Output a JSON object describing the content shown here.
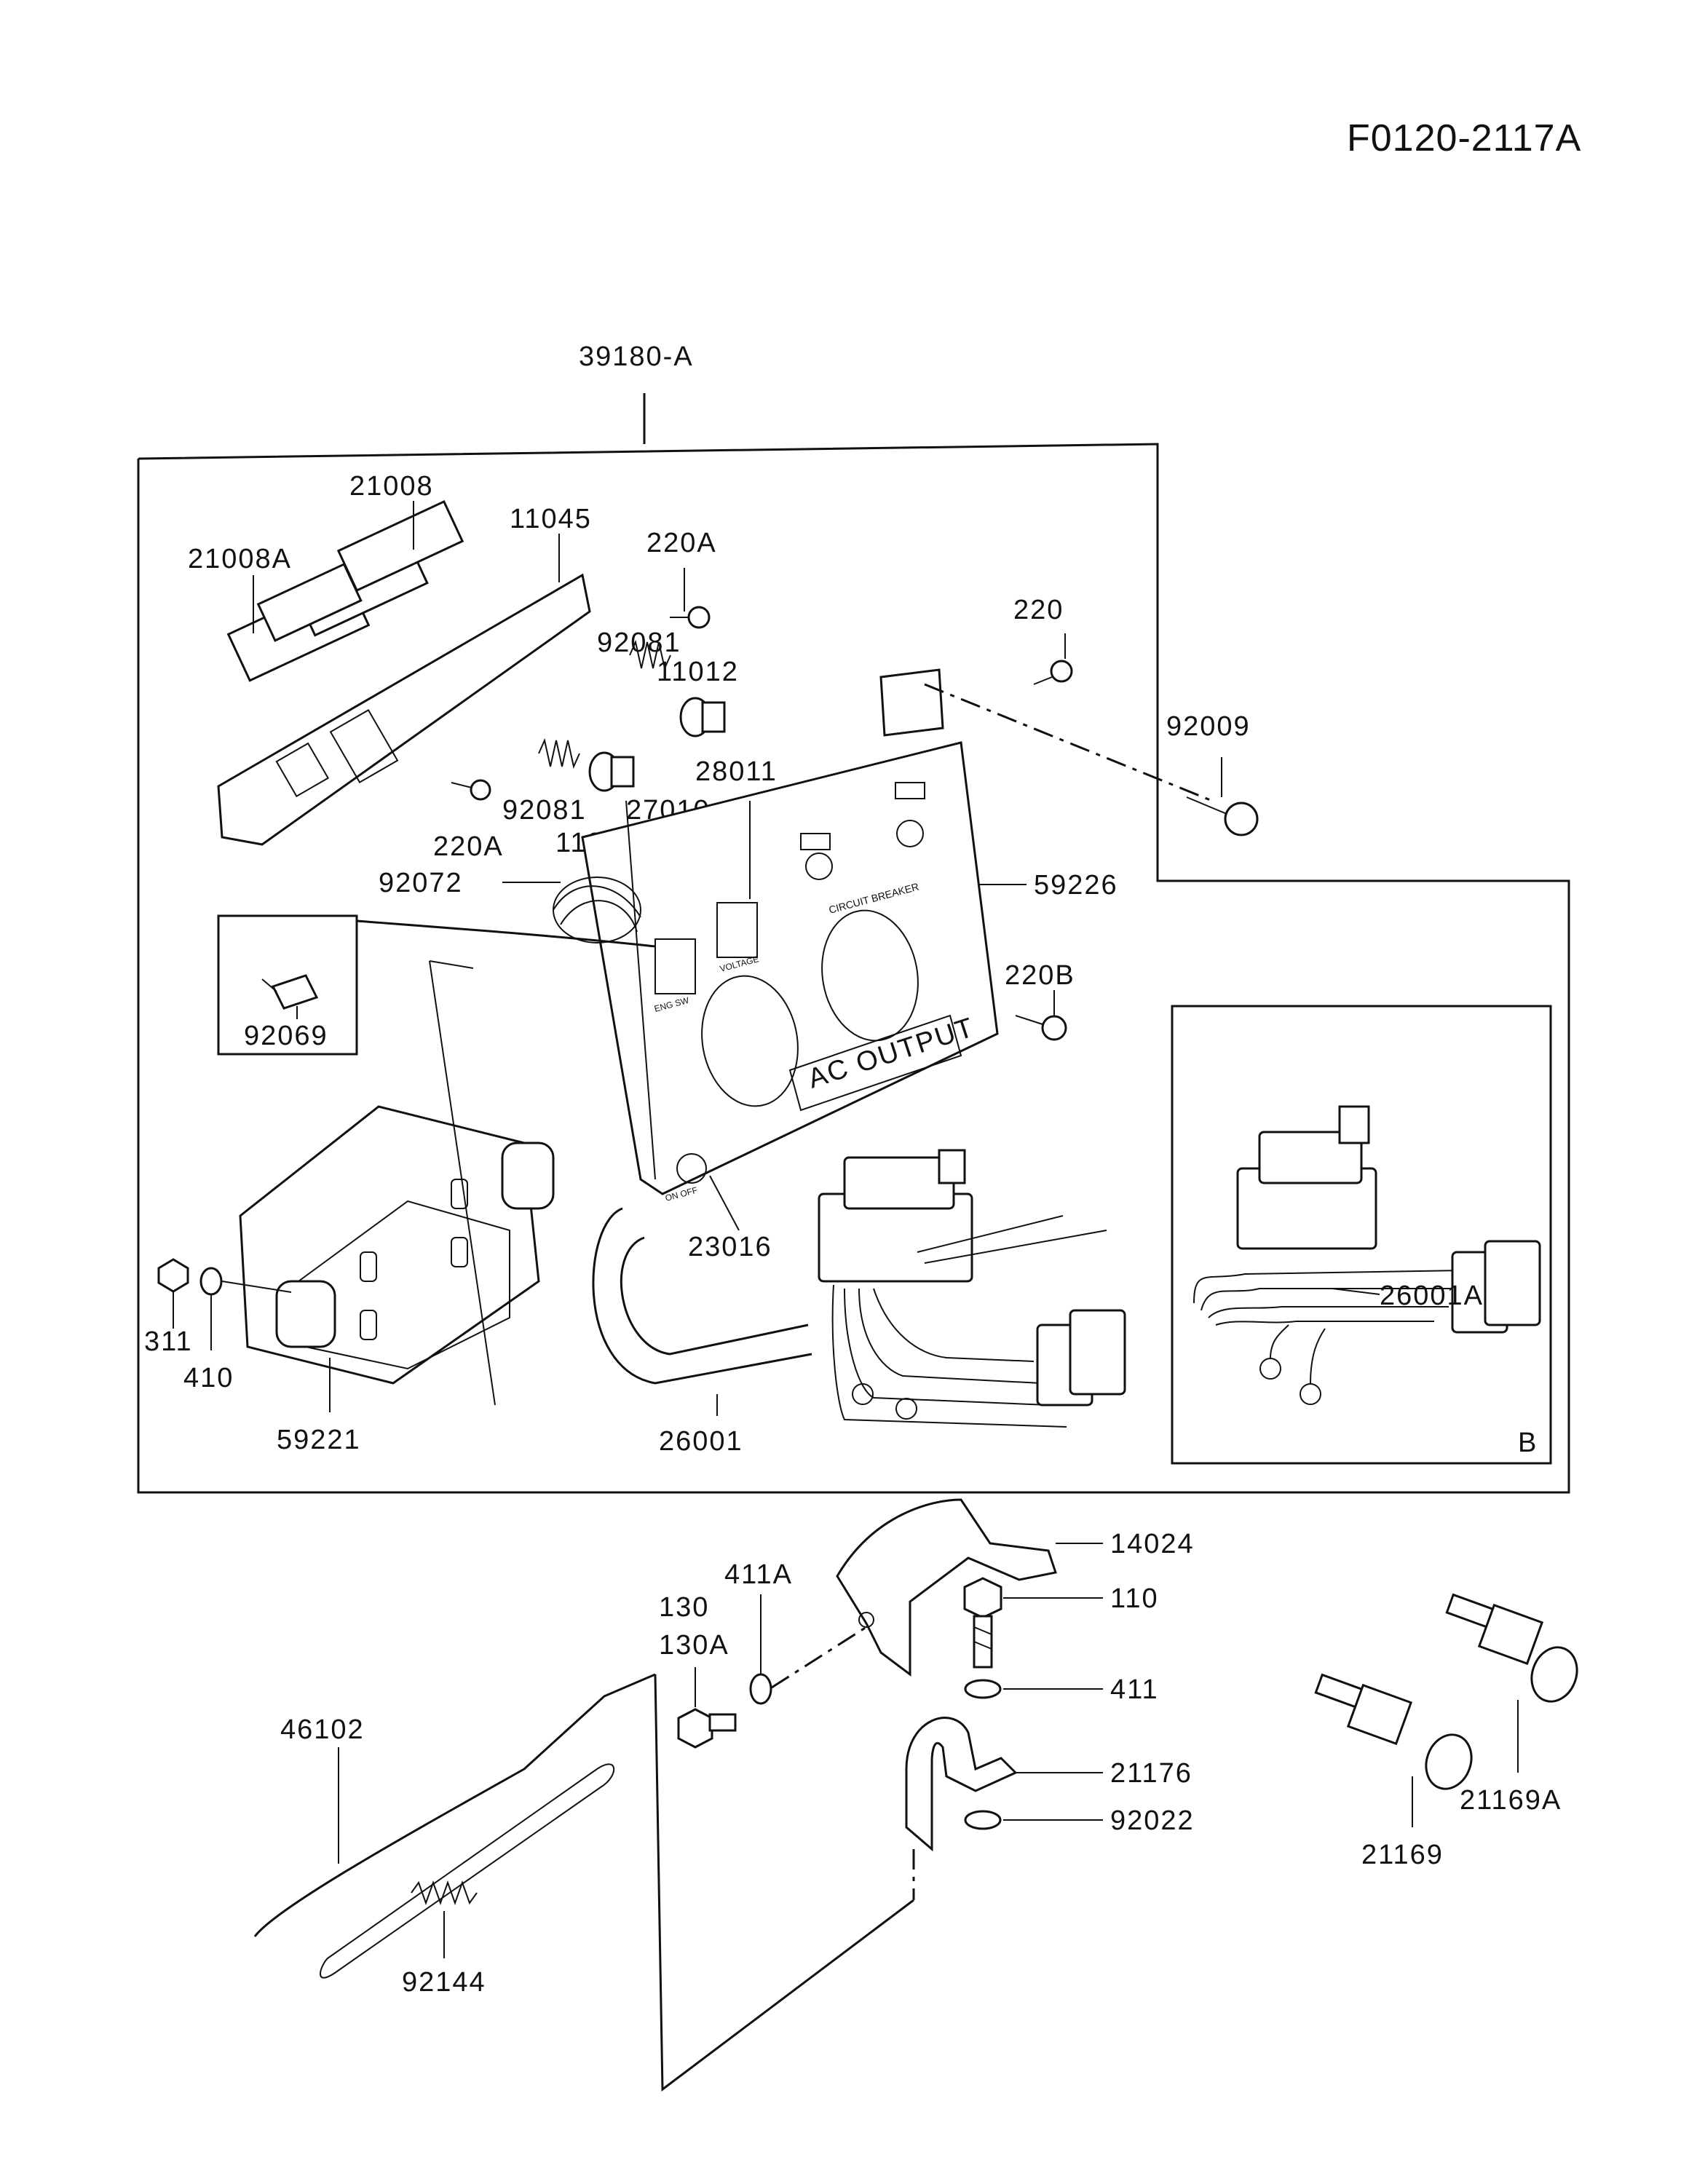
{
  "document_id": "F0120-2117A",
  "assembly_label": "39180-A",
  "inset_label": "B",
  "panel_text": {
    "ac_output": "AC OUTPUT",
    "circuit_breaker": "CIRCUIT BREAKER",
    "voltage": "VOLTAGE",
    "eng_sw": "ENG SW",
    "on_off": "ON  OFF"
  },
  "part_labels": {
    "p21008": "21008",
    "p21008A": "21008A",
    "p11045": "11045",
    "p220A_top": "220A",
    "p220": "220",
    "p92081_top": "92081",
    "p11012_top": "11012",
    "p92009": "92009",
    "p28011": "28011",
    "p92081_bot": "92081",
    "p27010": "27010",
    "p220A_bot": "220A",
    "p11012_bot": "11012",
    "p92072": "92072",
    "p59226": "59226",
    "p220B": "220B",
    "p92069": "92069",
    "p23016": "23016",
    "p311": "311",
    "p410": "410",
    "p59221": "59221",
    "p26001": "26001",
    "p26001A": "26001A",
    "p14024": "14024",
    "p110": "110",
    "p411A": "411A",
    "p130": "130",
    "p130A": "130A",
    "p411": "411",
    "p21176": "21176",
    "p92022": "92022",
    "p46102": "46102",
    "p92144": "92144",
    "p21169A": "21169A",
    "p21169": "21169"
  }
}
